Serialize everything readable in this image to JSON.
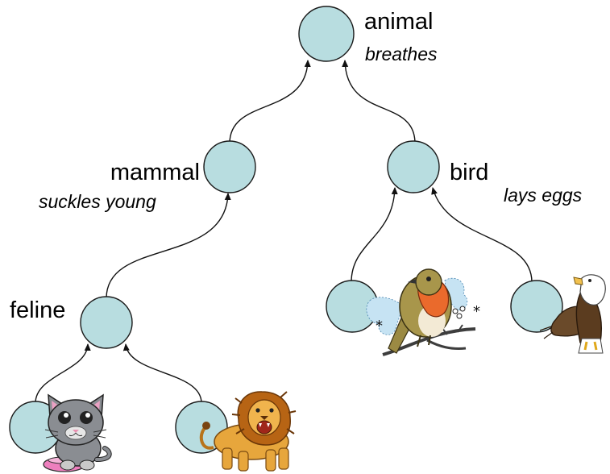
{
  "labels": {
    "animal": "animal",
    "animal_property": "breathes",
    "mammal": "mammal",
    "mammal_property": "suckles young",
    "bird": "bird",
    "bird_property": "lays eggs",
    "feline": "feline"
  },
  "colors": {
    "node_fill": "#b8dde0",
    "node_stroke": "#1a1a1a",
    "edge": "#111111"
  },
  "leaf_illustrations": [
    "cat-icon",
    "lion-icon",
    "robin-icon",
    "eagle-icon"
  ]
}
